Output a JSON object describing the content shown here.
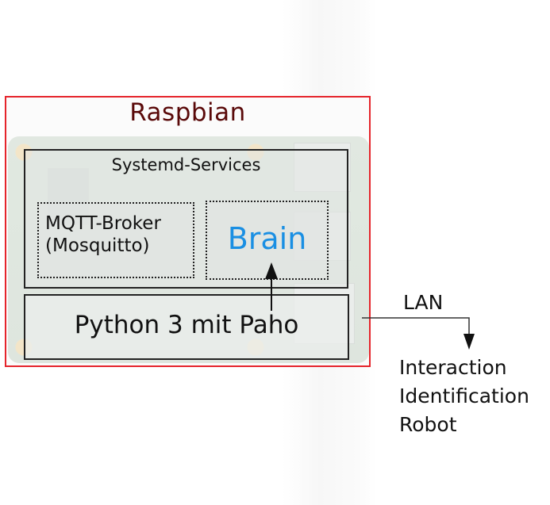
{
  "diagram": {
    "os": {
      "label": "Raspbian",
      "border_color": "#e5242b",
      "text_color": "#5a0a0a"
    },
    "services_group": {
      "label": "Systemd-Services",
      "services": [
        {
          "line1": "MQTT-Broker",
          "line2": "(Mosquitto)"
        },
        {
          "label": "Brain",
          "color": "#1a8fe3"
        }
      ]
    },
    "runtime": {
      "label": "Python 3 mit Paho"
    },
    "connection": {
      "label": "LAN",
      "targets": [
        "Interaction",
        "Identification",
        "Robot"
      ]
    }
  }
}
